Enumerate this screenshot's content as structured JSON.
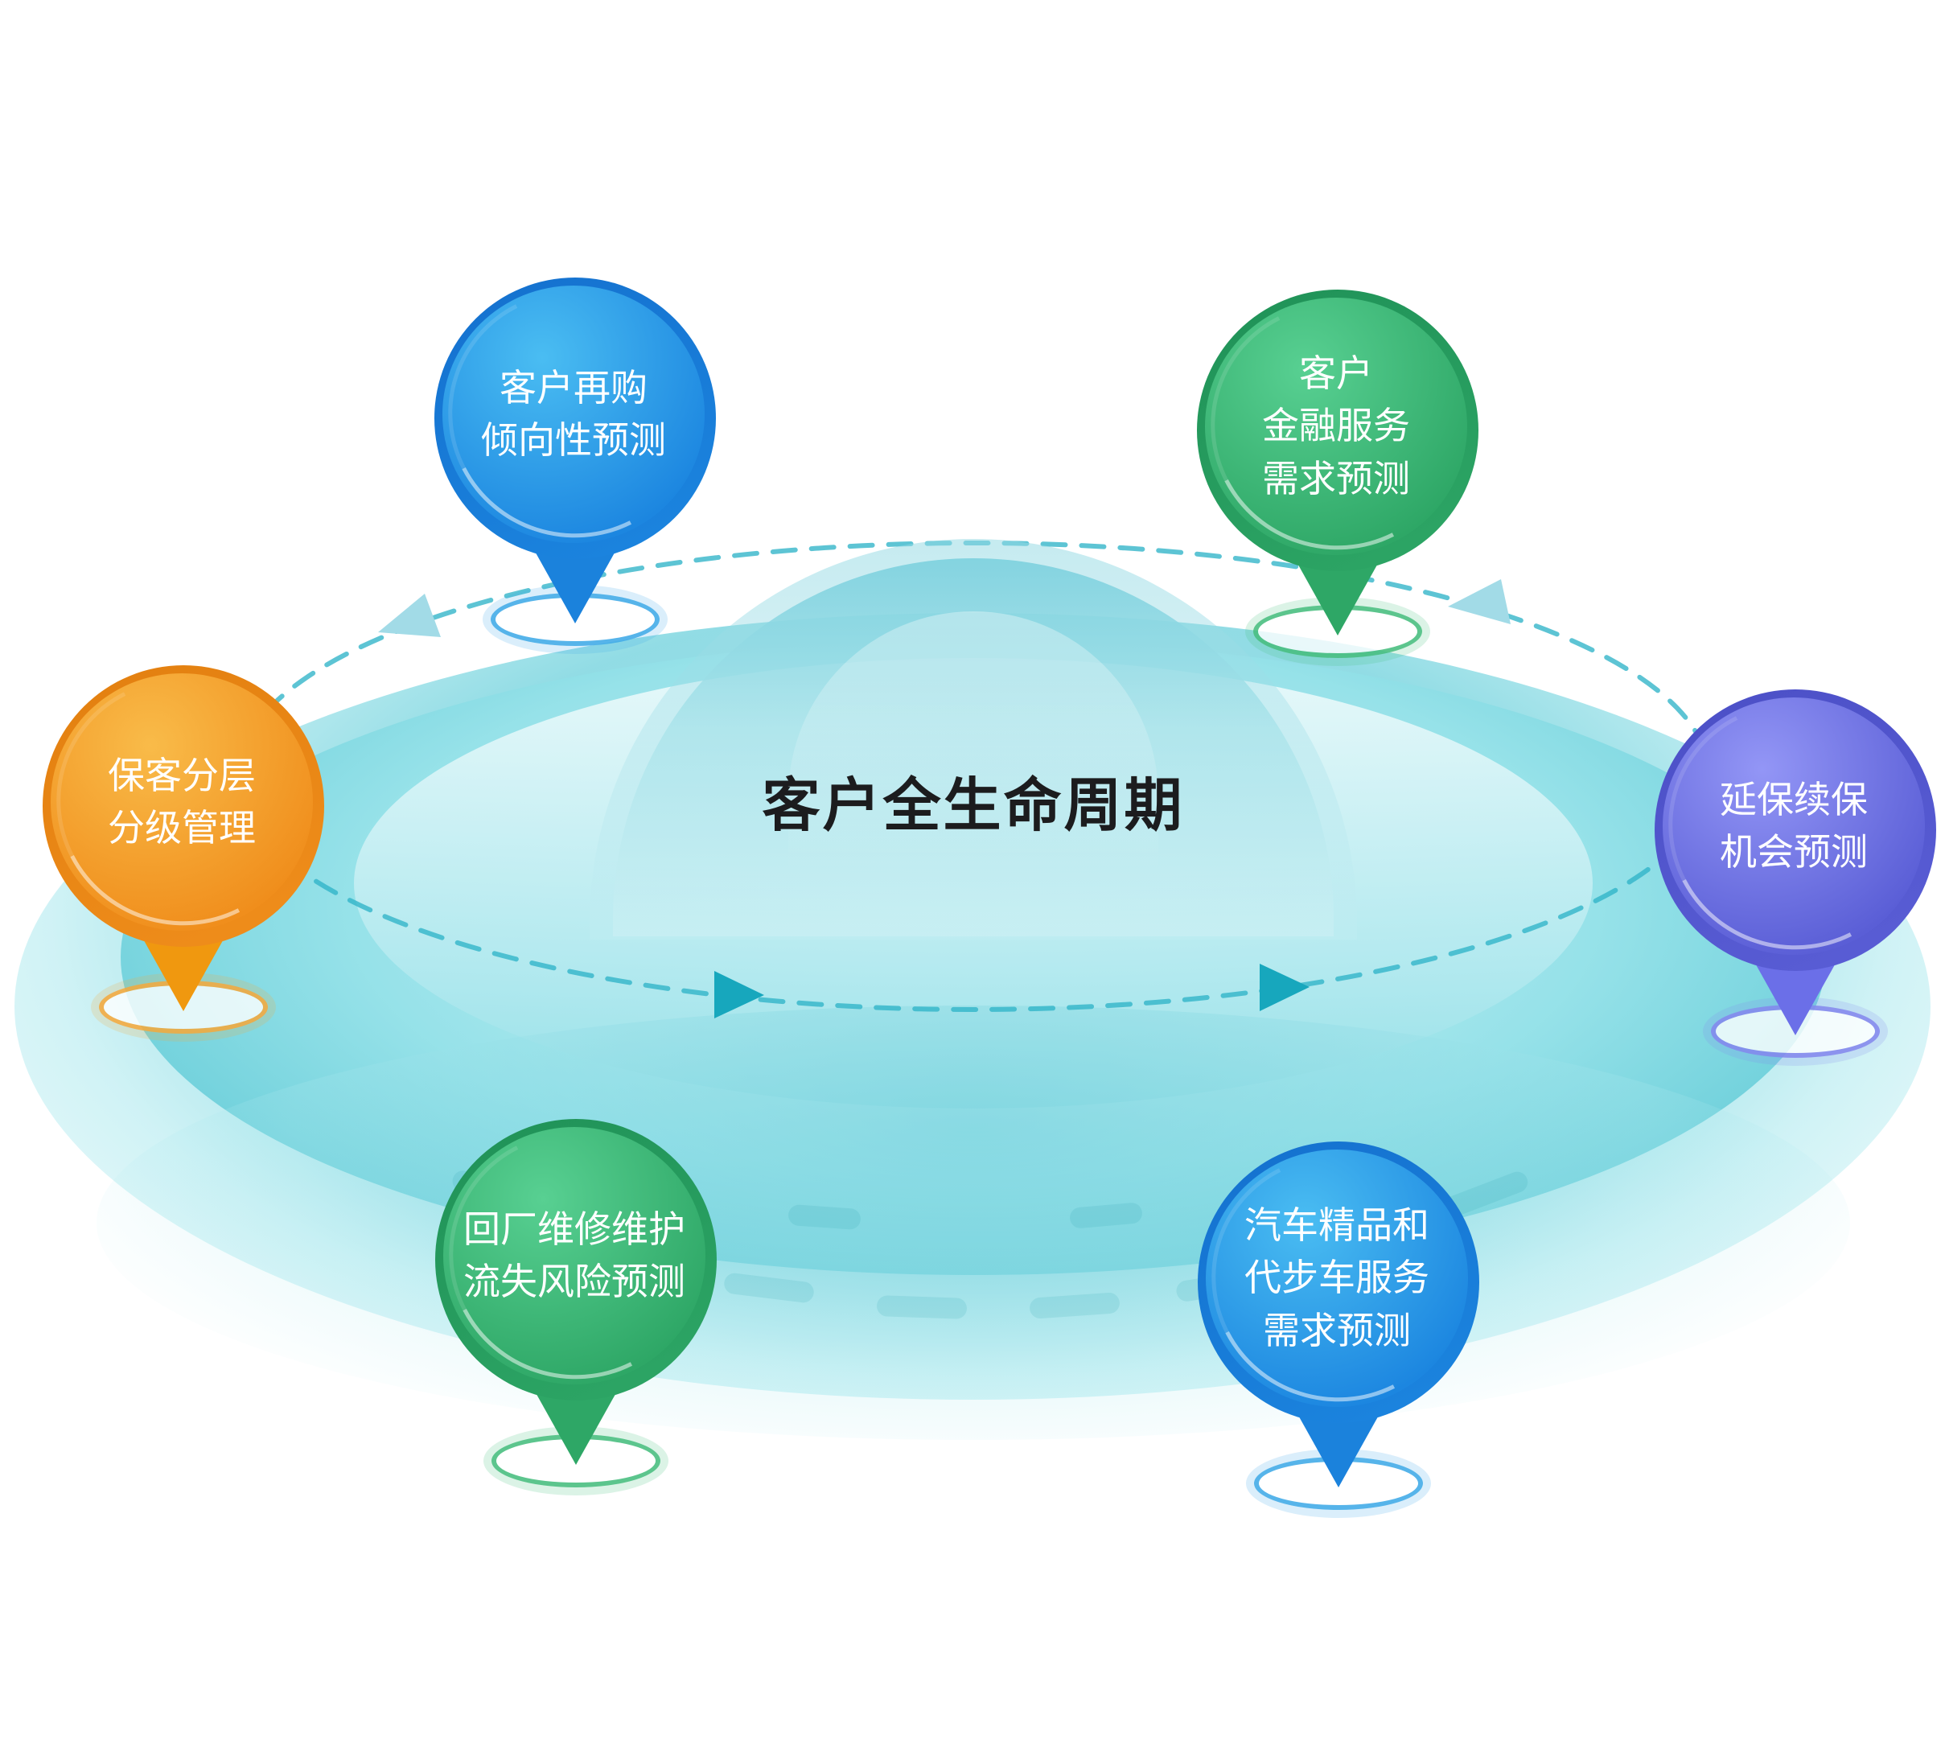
{
  "diagram": {
    "title": "客户全生命周期",
    "pins": [
      {
        "id": "customer-repurchase",
        "position": "top-left",
        "color": "#1C86E0",
        "text": "客户再购\n倾向性预测"
      },
      {
        "id": "financial-service",
        "position": "top-right",
        "color": "#2EA766",
        "text": "客户\n金融服务\n需求预测"
      },
      {
        "id": "retained-customer",
        "position": "left",
        "color": "#F0981E",
        "text": "保客分层\n分级管理"
      },
      {
        "id": "warranty-renewal",
        "position": "right",
        "color": "#5A5ED6",
        "text": "延保续保\n机会预测"
      },
      {
        "id": "repair-churn-risk",
        "position": "bottom-left",
        "color": "#2EA766",
        "text": "回厂维修维护\n流失风险预测"
      },
      {
        "id": "accessories-courtesy",
        "position": "bottom-right",
        "color": "#1C86E0",
        "text": "汽车精品和\n代步车服务\n需求预测"
      }
    ],
    "orbit": {
      "style": "dashed",
      "color": "#30B4C8",
      "arrow_color": "#17A7BD",
      "light_arrow_color": "#A2DBE7",
      "direction": "clockwise"
    },
    "platform": {
      "color": "#6FD1DB",
      "shape": "disc"
    }
  }
}
